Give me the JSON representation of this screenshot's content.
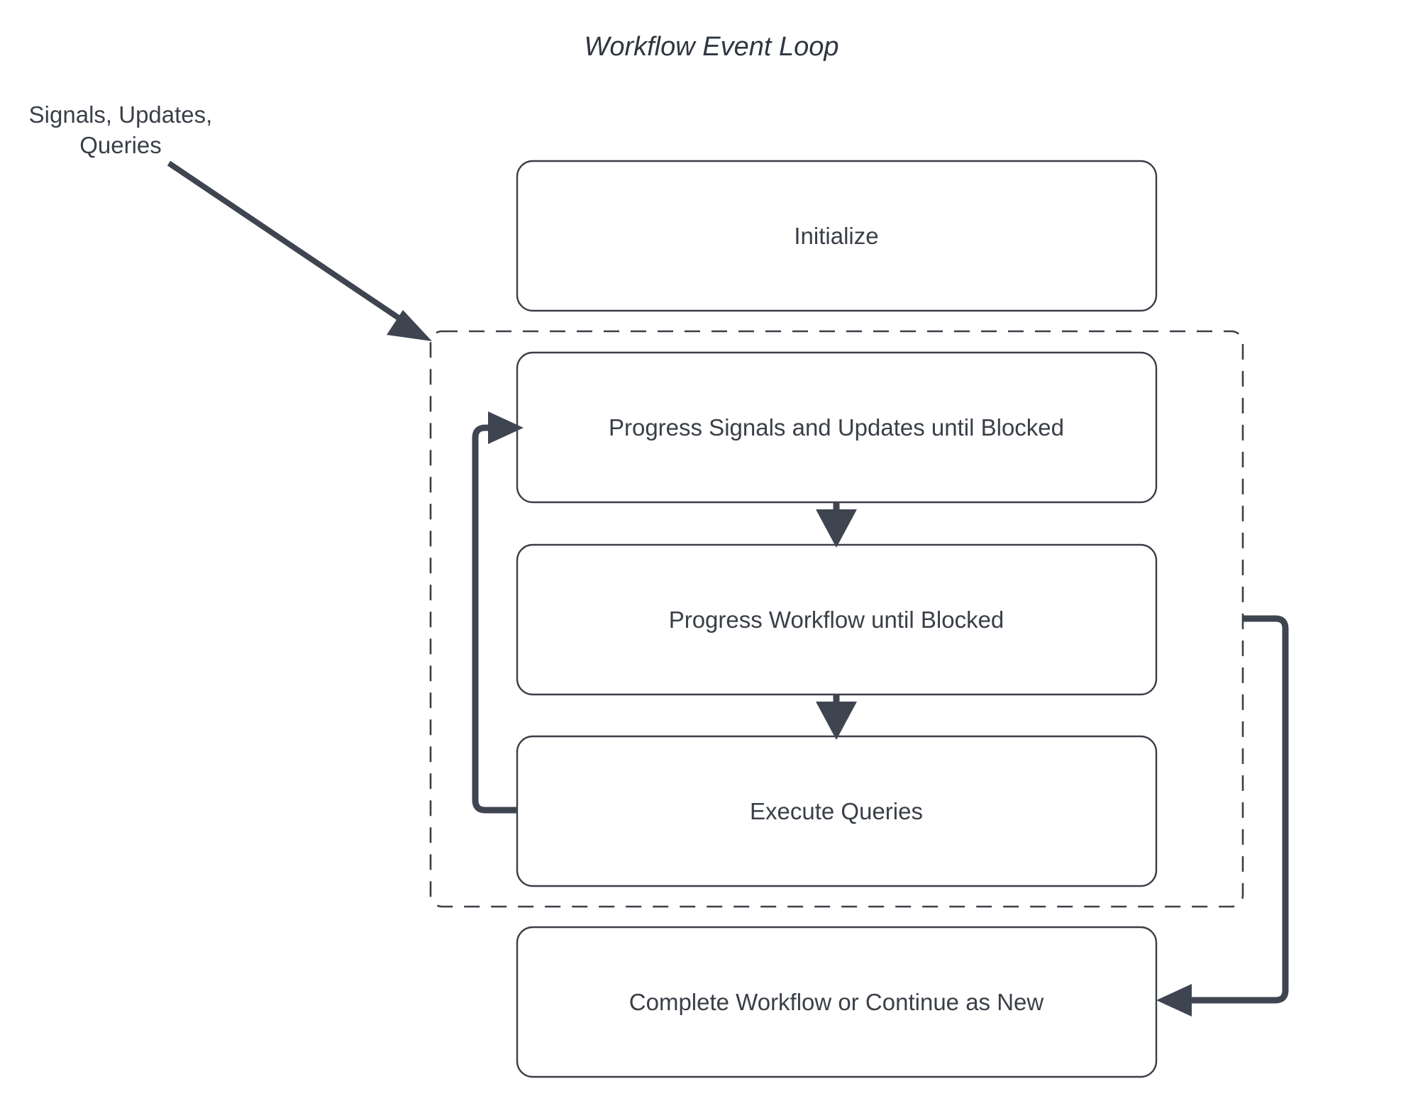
{
  "diagram": {
    "title": "Workflow Event Loop",
    "type": "flowchart",
    "background_color": "#ffffff",
    "node_stroke_color": "#3a3f47",
    "node_fill_color": "#ffffff",
    "text_color": "#3a3f47",
    "edge_color": "#3f4550",
    "nodes": [
      {
        "id": "initialize",
        "label": "Initialize",
        "shape": "rounded-rectangle",
        "inside_loop": false
      },
      {
        "id": "progress-signals",
        "label": "Progress Signals and Updates until Blocked",
        "shape": "rounded-rectangle",
        "inside_loop": true
      },
      {
        "id": "progress-workflow",
        "label": "Progress Workflow until Blocked",
        "shape": "rounded-rectangle",
        "inside_loop": true
      },
      {
        "id": "execute-queries",
        "label": "Execute Queries",
        "shape": "rounded-rectangle",
        "inside_loop": true
      },
      {
        "id": "complete-workflow",
        "label": "Complete Workflow or Continue as New",
        "shape": "rounded-rectangle",
        "inside_loop": false
      }
    ],
    "groups": [
      {
        "id": "event-loop-group",
        "label": "",
        "style": "dashed",
        "members": [
          "progress-signals",
          "progress-workflow",
          "execute-queries"
        ]
      }
    ],
    "external_inputs": [
      {
        "id": "signals-updates-queries",
        "label_line_1": "Signals, Updates,",
        "label_line_2": "Queries",
        "target": "event-loop-group"
      }
    ],
    "edges": [
      {
        "from": "signals-updates-queries",
        "to": "event-loop-group",
        "style": "solid",
        "arrow": "end"
      },
      {
        "from": "progress-signals",
        "to": "progress-workflow",
        "style": "solid",
        "arrow": "end"
      },
      {
        "from": "progress-workflow",
        "to": "execute-queries",
        "style": "solid",
        "arrow": "end"
      },
      {
        "from": "execute-queries",
        "to": "progress-signals",
        "style": "solid",
        "arrow": "end"
      },
      {
        "from": "event-loop-group",
        "to": "complete-workflow",
        "style": "solid",
        "arrow": "end"
      }
    ]
  }
}
